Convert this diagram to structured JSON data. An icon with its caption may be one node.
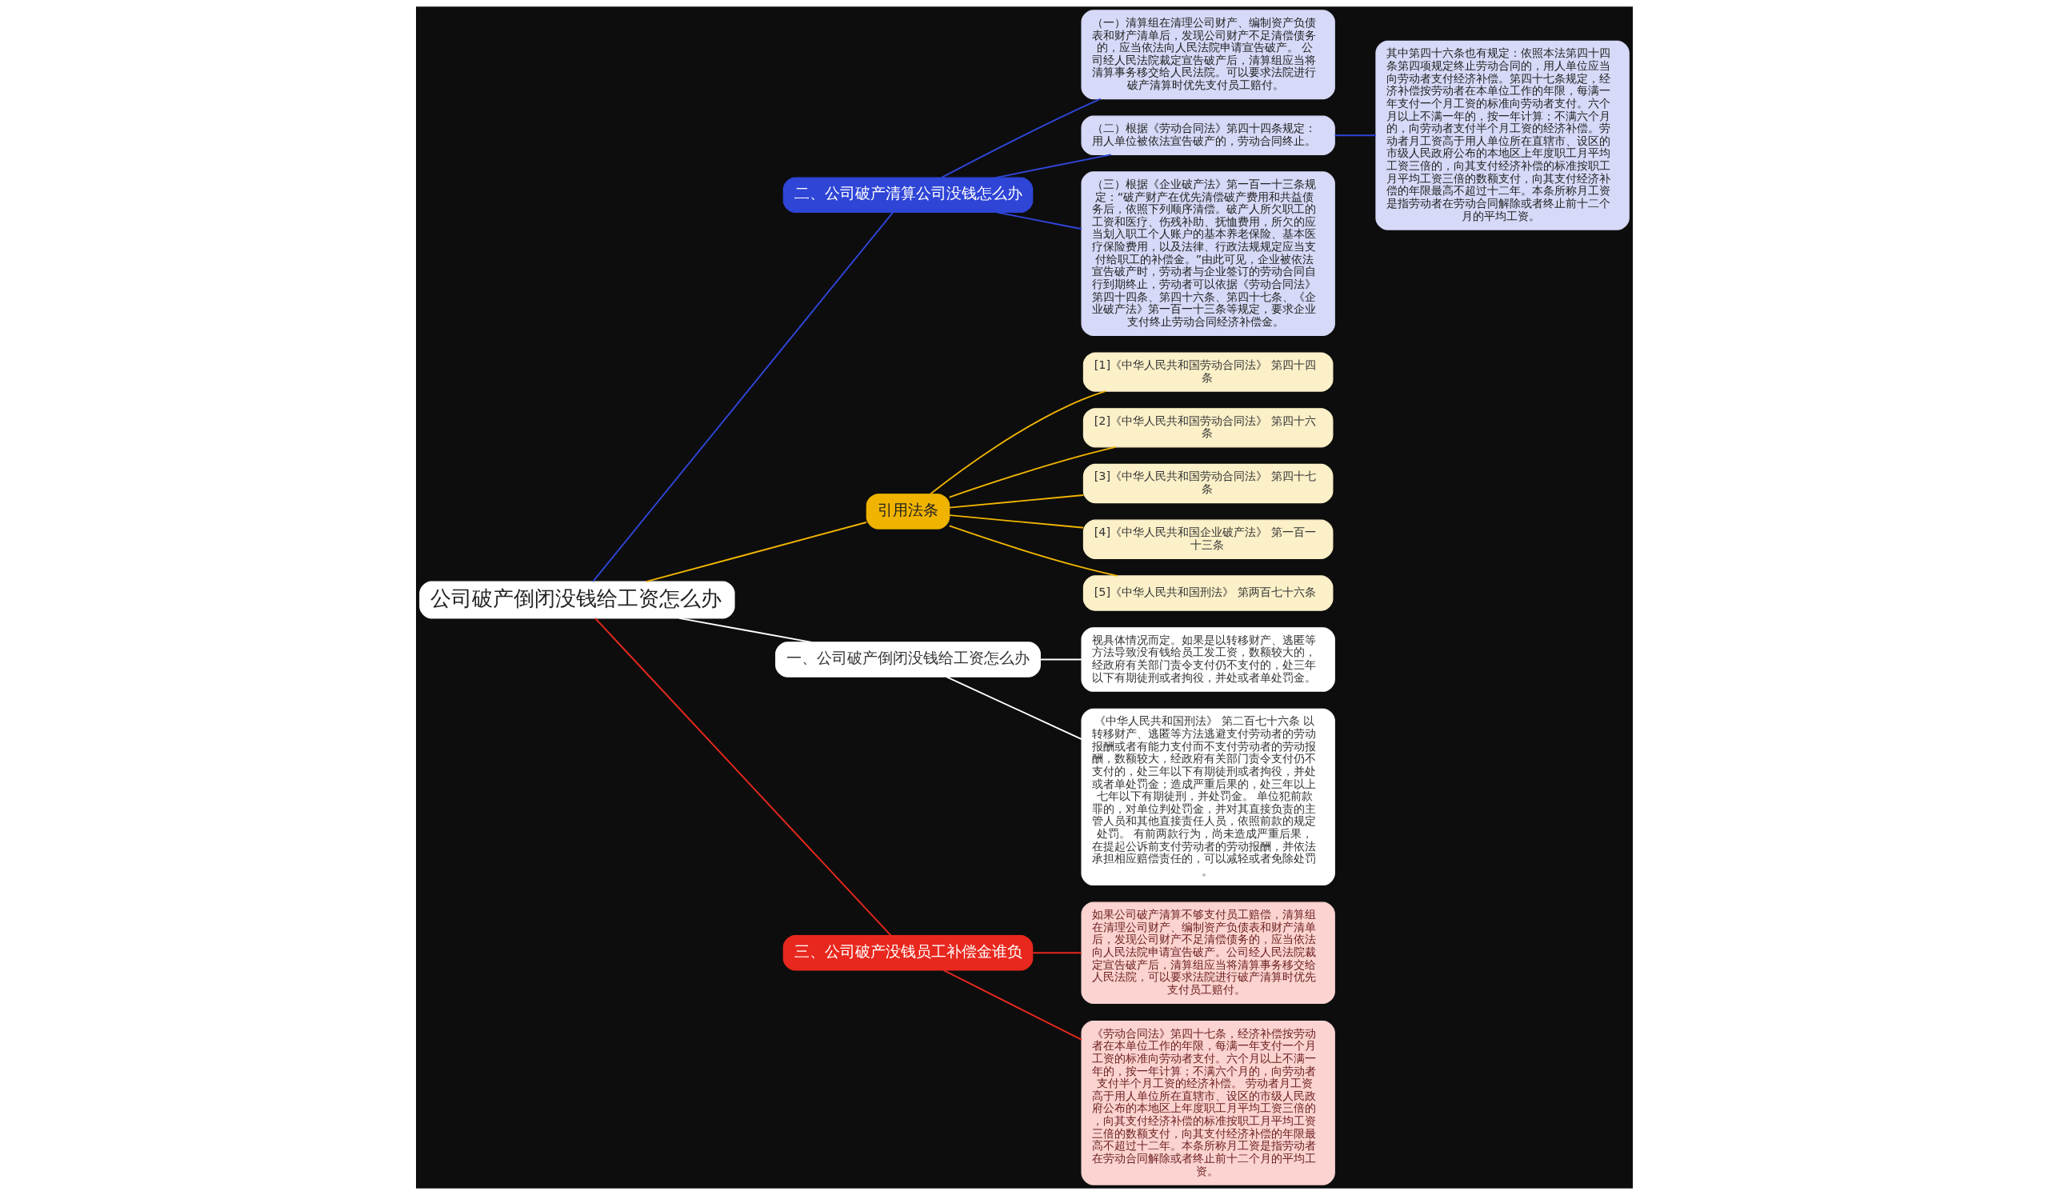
{
  "diagram": {
    "nodes": [
      {
        "text": [
          "公司破产倒闭没钱给工资怎么办"
        ]
      },
      {
        "text": [
          "二、公司破产清算公司没钱怎么办"
        ]
      },
      {
        "text": [
          "（一）清算组在清理公司财产、编制资产负债表和财产清单后，发现公司财产不足清偿债务的，应当依法向人民法院申请宣告破产。 公司经人民法院裁定宣告破产后，清算组应当将清算事务移交给人民法院。可以要求法院进行破产清算时优先支付员工赔付。"
        ]
      },
      {
        "text": [
          "（二）根据《劳动合同法》第四十四条规定：用人单位被依法宣告破产的，劳动合同终止。"
        ]
      },
      {
        "text": [
          "其中第四十六条也有规定：依照本法第四十四条第四项规定终止劳动合同的，用人单位应当向劳动者支付经济补偿。第四十七条规定，经济补偿按劳动者在本单位工作的年限，每满一年支付一个月工资的标准向劳动者支付。六个月以上不满一年的，按一年计算；不满六个月的，向劳动者支付半个月工资的经济补偿。劳动者月工资高于用人单位所在直辖市、设区的市级人民政府公布的本地区上年度职工月平均工资三倍的，向其支付经济补偿的标准按职工月平均工资三倍的数额支付，向其支付经济补偿的年限最高不超过十二年。本条所称月工资是指劳动者在劳动合同解除或者终止前十二个月的平均工资。"
        ]
      },
      {
        "text": [
          "（三）根据《企业破产法》第一百一十三条规定：“破产财产在优先清偿破产费用和共益债务后，依照下列顺序清偿。破产人所欠职工的工资和医疗、伤残补助、抚恤费用，所欠的应当划入职工个人账户的基本养老保险、基本医疗保险费用，以及法律、行政法规规定应当支付给职工的补偿金。”由此可见，企业被依法宣告破产时，劳动者与企业签订的劳动合同自行到期终止，劳动者可以依据《劳动合同法》第四十四条、第四十六条、第四十七条、《企业破产法》第一百一十三条等规定，要求企业支付终止劳动合同经济补偿金。"
        ]
      },
      {
        "text": [
          "引用法条"
        ]
      },
      {
        "text": [
          "[1]《中华人民共和国劳动合同法》 第四十四条"
        ]
      },
      {
        "text": [
          "[2]《中华人民共和国劳动合同法》 第四十六条"
        ]
      },
      {
        "text": [
          "[3]《中华人民共和国劳动合同法》 第四十七条"
        ]
      },
      {
        "text": [
          "[4]《中华人民共和国企业破产法》 第一百一十三条"
        ]
      },
      {
        "text": [
          "[5]《中华人民共和国刑法》 第两百七十六条"
        ]
      },
      {
        "text": [
          "一、公司破产倒闭没钱给工资怎么办"
        ]
      },
      {
        "text": [
          "视具体情况而定。如果是以转移财产、逃匿等方法导致没有钱给员工发工资，数额较大的，经政府有关部门责令支付仍不支付的，处三年以下有期徒刑或者拘役，并处或者单处罚金。"
        ]
      },
      {
        "text": [
          "《中华人民共和国刑法》 第二百七十六条 以转移财产、逃匿等方法逃避支付劳动者的劳动报酬或者有能力支付而不支付劳动者的劳动报酬，数额较大，经政府有关部门责令支付仍不支付的，处三年以下有期徒刑或者拘役，并处或者单处罚金；造成严重后果的，处三年以上七年以下有期徒刑，并处罚金。 单位犯前款罪的，对单位判处罚金，并对其直接负责的主管人员和其他直接责任人员，依照前款的规定处罚。 有前两款行为，尚未造成严重后果，在提起公诉前支付劳动者的劳动报酬，并依法承担相应赔偿责任的，可以减轻或者免除处罚。"
        ]
      },
      {
        "text": [
          "三、公司破产没钱员工补偿金谁负"
        ]
      },
      {
        "text": [
          "如果公司破产清算不够支付员工赔偿，清算组在清理公司财产、编制资产负债表和财产清单后，发现公司财产不足清偿债务的，应当依法向人民法院申请宣告破产。公司经人民法院裁定宣告破产后，清算组应当将清算事务移交给人民法院，可以要求法院进行破产清算时优先支付员工赔付。"
        ]
      },
      {
        "text": [
          "《劳动合同法》第四十七条，经济补偿按劳动者在本单位工作的年限，每满一年支付一个月工资的标准向劳动者支付。六个月以上不满一年的，按一年计算；不满六个月的，向劳动者支付半个月工资的经济补偿。 劳动者月工资高于用人单位所在直辖市、设区的市级人民政府公布的本地区上年度职工月平均工资三倍的，向其支付经济补偿的标准按职工月平均工资三倍的数额支付，向其支付经济补偿的年限最高不超过十二年。本条所称月工资是指劳动者在劳动合同解除或者终止前十二个月的平均工资。"
        ]
      }
    ],
    "edges": [
      {
        "from": 0,
        "to": 1,
        "arrow": "none",
        "color": "#2f45d6"
      },
      {
        "from": 1,
        "to": 2,
        "arrow": "none",
        "color": "#2f45d6"
      },
      {
        "from": 1,
        "to": 3,
        "arrow": "none",
        "color": "#2f45d6"
      },
      {
        "from": 3,
        "to": 4,
        "arrow": "none",
        "color": "#2f45d6"
      },
      {
        "from": 1,
        "to": 5,
        "arrow": "none",
        "color": "#2f45d6"
      },
      {
        "from": 0,
        "to": 6,
        "arrow": "none",
        "color": "#f0b400"
      },
      {
        "from": 6,
        "to": 7,
        "arrow": "none",
        "color": "#f0b400"
      },
      {
        "from": 6,
        "to": 8,
        "arrow": "none",
        "color": "#f0b400"
      },
      {
        "from": 6,
        "to": 9,
        "arrow": "none",
        "color": "#f0b400"
      },
      {
        "from": 6,
        "to": 10,
        "arrow": "none",
        "color": "#f0b400"
      },
      {
        "from": 6,
        "to": 11,
        "arrow": "none",
        "color": "#f0b400"
      },
      {
        "from": 0,
        "to": 12,
        "arrow": "none",
        "color": "#ffffff"
      },
      {
        "from": 12,
        "to": 13,
        "arrow": "none",
        "color": "#ffffff"
      },
      {
        "from": 12,
        "to": 14,
        "arrow": "none",
        "color": "#ffffff"
      },
      {
        "from": 0,
        "to": 15,
        "arrow": "none",
        "color": "#e8281e"
      },
      {
        "from": 15,
        "to": 16,
        "arrow": "none",
        "color": "#e8281e"
      },
      {
        "from": 15,
        "to": 17,
        "arrow": "none",
        "color": "#e8281e"
      }
    ]
  }
}
